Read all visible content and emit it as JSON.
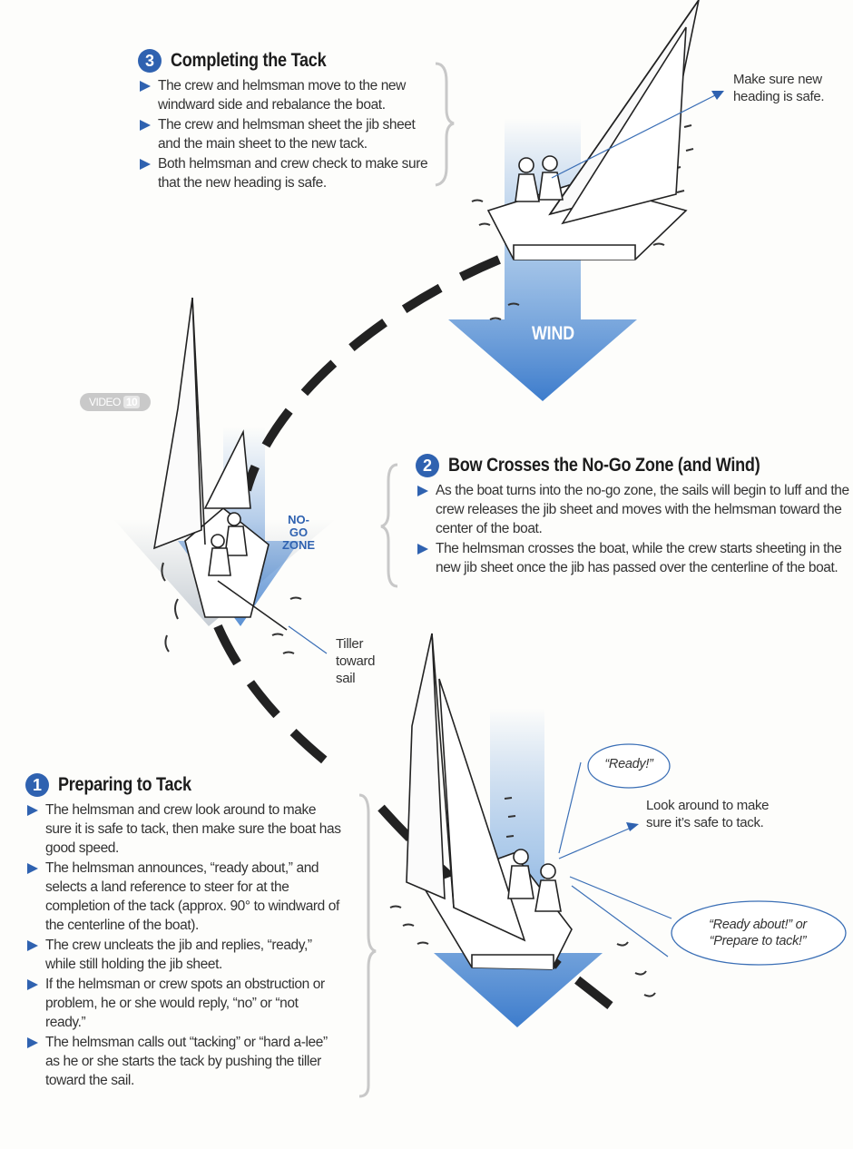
{
  "steps": [
    {
      "number": "3",
      "title": "Completing the Tack",
      "bullets": [
        "The crew and helmsman move to the new windward side and rebalance the boat.",
        "The crew and helmsman sheet the jib sheet and the main sheet to the new tack.",
        "Both helmsman and crew check to make sure that the new heading is safe."
      ]
    },
    {
      "number": "2",
      "title": "Bow Crosses the No-Go Zone (and Wind)",
      "bullets": [
        "As the boat turns into the no-go zone, the sails will begin to luff and the crew releases the jib sheet and moves with the helmsman toward the center of the boat.",
        "The helmsman crosses the boat, while the crew starts sheeting in the new jib sheet once the jib has passed over the centerline of the boat."
      ]
    },
    {
      "number": "1",
      "title": "Preparing to Tack",
      "bullets": [
        "The helmsman and crew look around to make sure it is safe to tack, then make sure the boat has good speed.",
        "The helmsman announces, “ready about,” and selects a land reference to steer for at the completion of the tack (approx. 90° to windward of the centerline of the boat).",
        "The crew uncleats the jib and replies, “ready,” while still holding the jib sheet.",
        "If the helmsman or crew spots an obstruction or problem, he or she would reply, “no” or “not ready.”",
        "The helmsman calls out “tacking” or “hard a-lee” as he or she starts the tack by pushing the tiller toward the sail."
      ]
    }
  ],
  "labels": {
    "heading_safe": "Make sure new heading is safe.",
    "wind": "WIND",
    "no_go_zone": "NO-GO ZONE",
    "tiller": "Tiller toward sail",
    "look_around": "Look around to make sure it’s safe to tack.",
    "ready": "“Ready!”",
    "ready_about": "“Ready about!” or “Prepare to tack!”",
    "video_label": "VIDEO",
    "video_number": "10"
  },
  "colors": {
    "accent": "#2f62b0",
    "wind_arrow": "#4a86d0",
    "path_dash": "#222222"
  },
  "icons": [
    "bullet-triangle-icon",
    "wind-arrow-icon",
    "sailboat-illustration"
  ]
}
